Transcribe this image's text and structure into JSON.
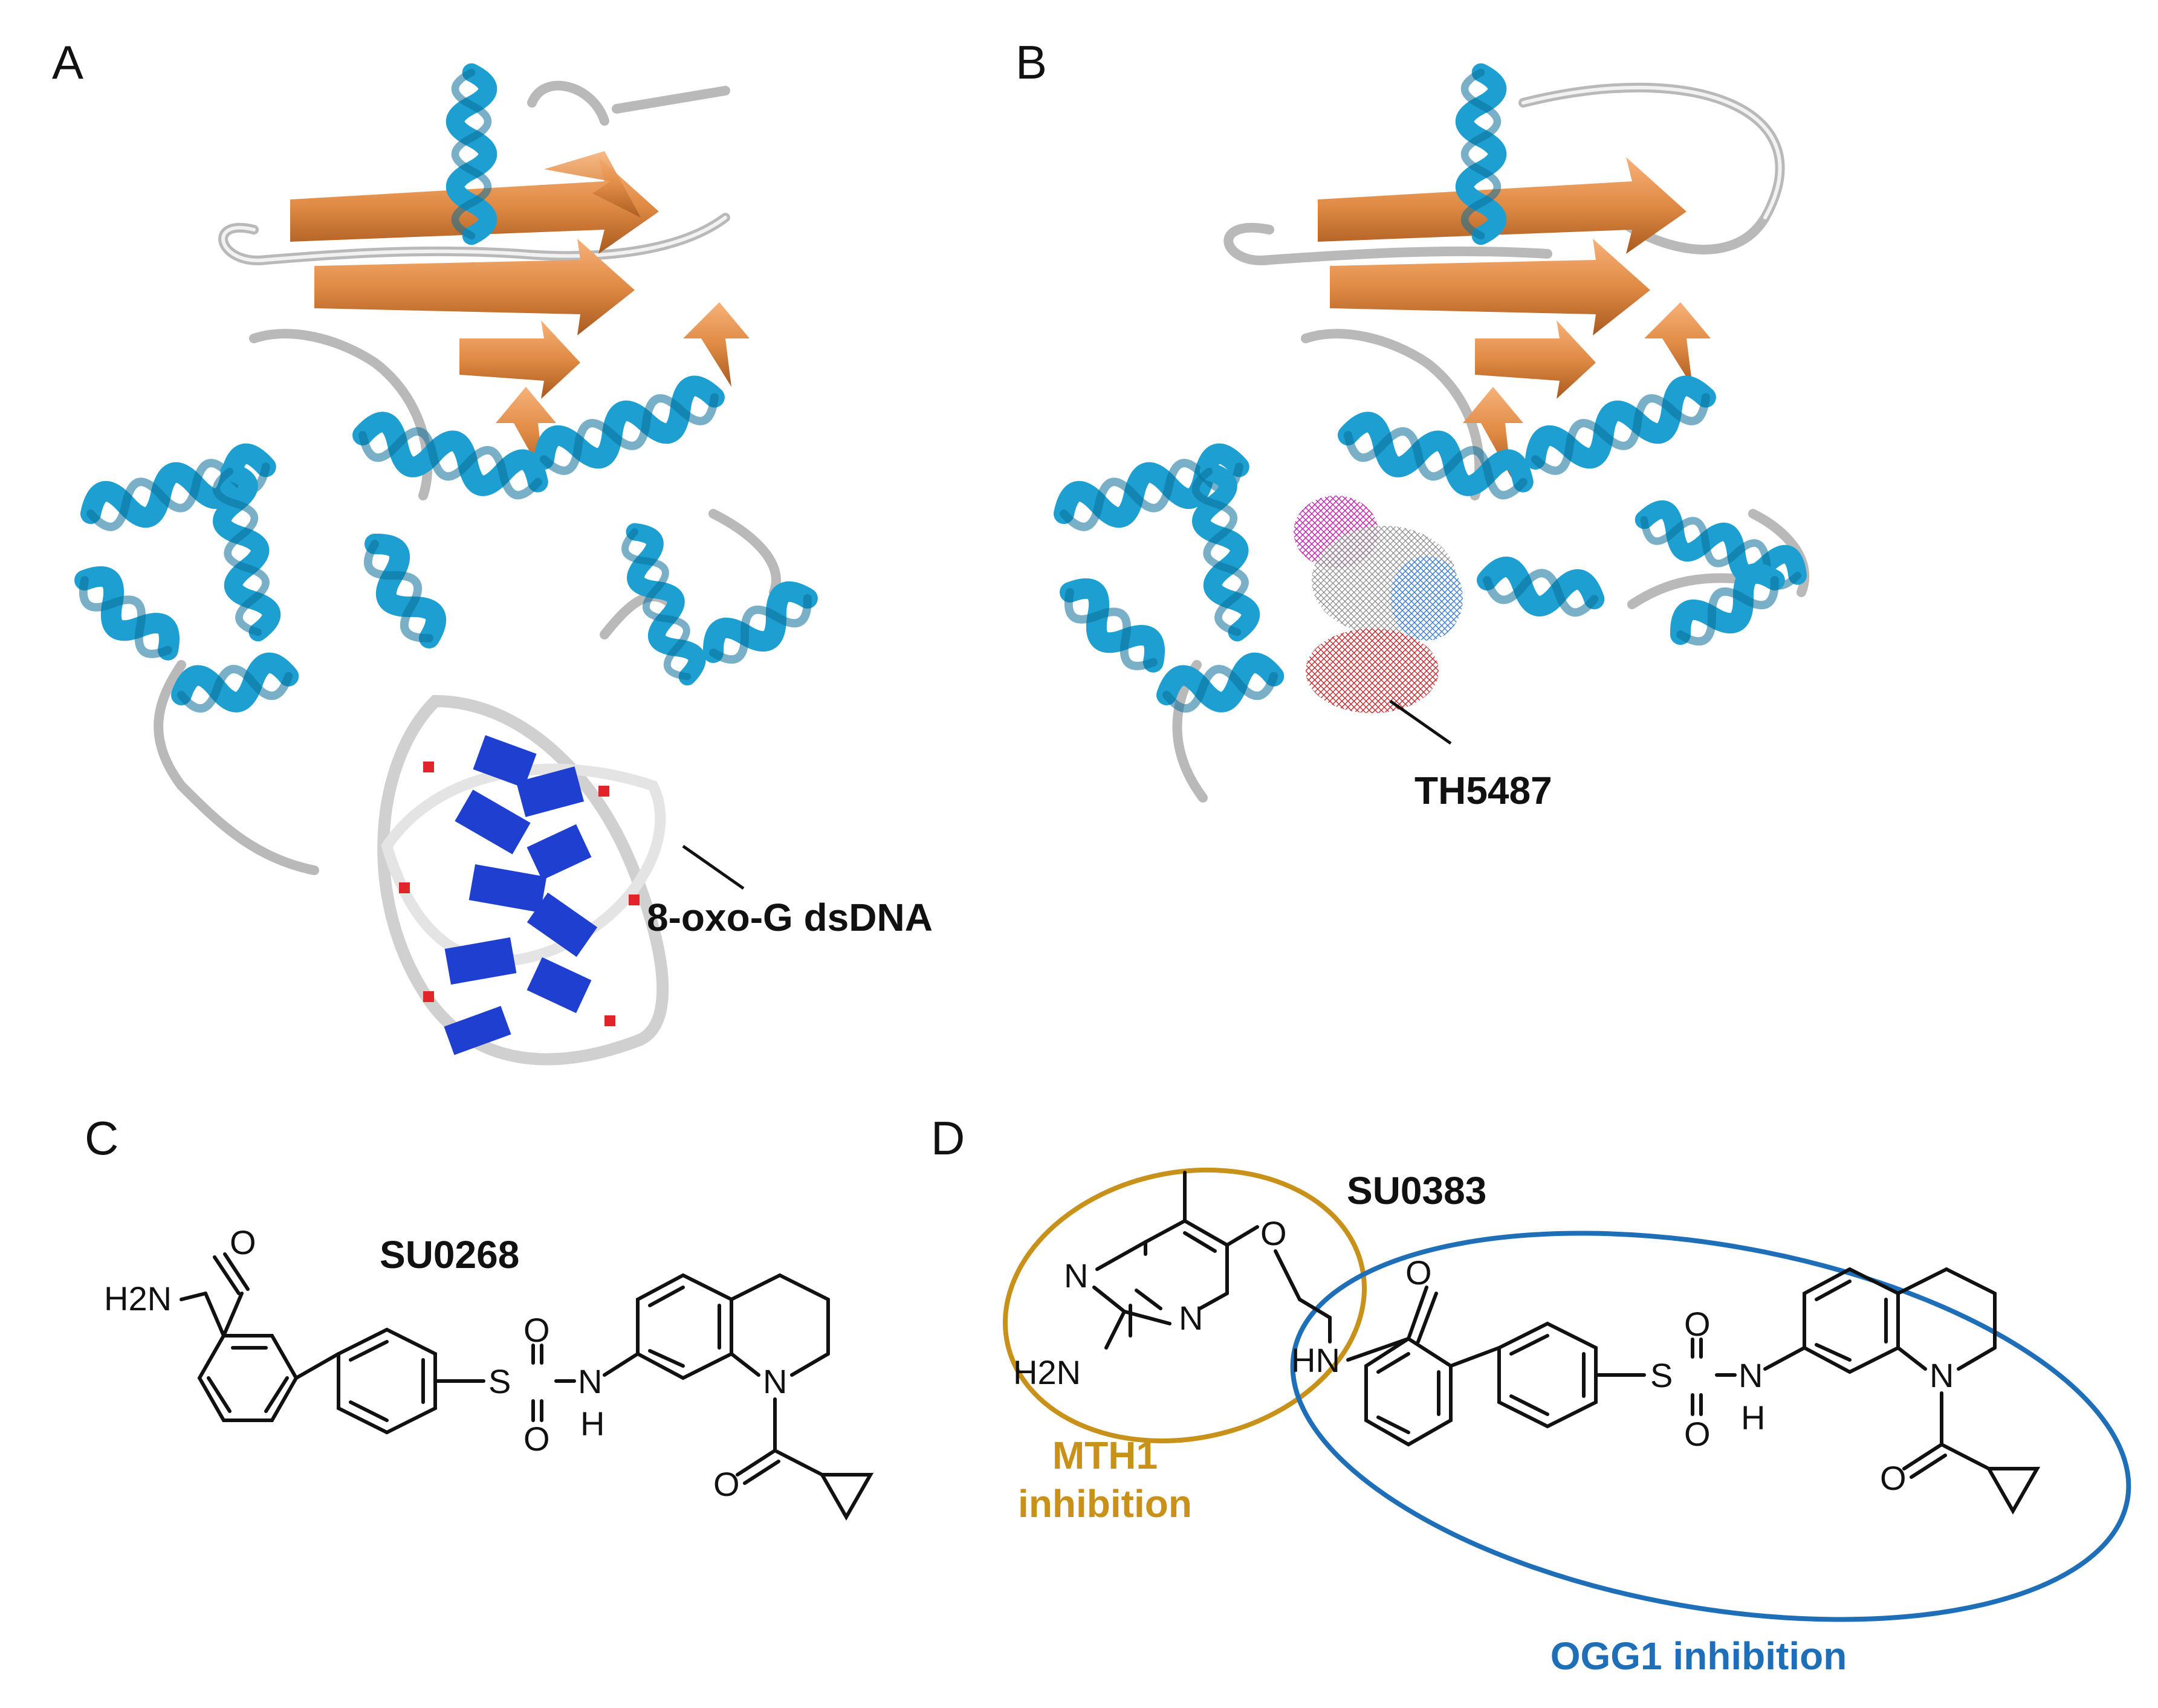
{
  "panels": {
    "a": {
      "letter": "A",
      "callout": "8-oxo-G dsDNA"
    },
    "b": {
      "letter": "B",
      "callout": "TH5487"
    },
    "c": {
      "letter": "C",
      "compound": "SU0268"
    },
    "d": {
      "letter": "D",
      "compound": "SU0383",
      "mth1_label_line1": "MTH1",
      "mth1_label_line2": "inhibition",
      "ogg1_label": "OGG1 inhibition"
    }
  },
  "atoms": {
    "o": "O",
    "n": "N",
    "s": "S",
    "nh": "NH",
    "hn": "HN",
    "h": "H",
    "h2n": "H2N"
  },
  "colors": {
    "helix": "#1e9fd1",
    "strand": "#e08a44",
    "loop": "#b9b9b9",
    "dna_base": "#1f3fd0",
    "mth1": "#c8921a",
    "ogg1": "#1e6fb8"
  }
}
